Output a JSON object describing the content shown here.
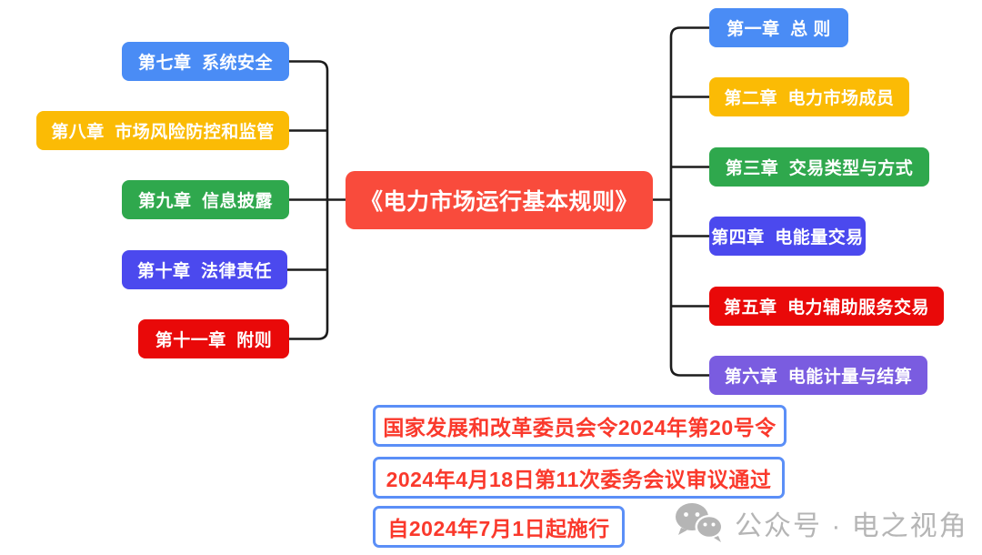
{
  "title": "《电力市场运行基本规则》mind map",
  "center": {
    "label": "《电力市场运行基本规则》",
    "color": "#f94b3c"
  },
  "left_chapters": [
    {
      "label": "第七章  系统安全",
      "color": "#4a8cf5"
    },
    {
      "label": "第八章  市场风险防控和监管",
      "color": "#fbbb05"
    },
    {
      "label": "第九章  信息披露",
      "color": "#2fa84d"
    },
    {
      "label": "第十章  法律责任",
      "color": "#4b49ee"
    },
    {
      "label": "第十一章  附则",
      "color": "#e90909"
    }
  ],
  "right_chapters": [
    {
      "label": "第一章  总 则",
      "color": "#4a8cf5"
    },
    {
      "label": "第二章  电力市场成员",
      "color": "#fbbb05"
    },
    {
      "label": "第三章  交易类型与方式",
      "color": "#2fa84d"
    },
    {
      "label": "第四章  电能量交易",
      "color": "#4b49ee"
    },
    {
      "label": "第五章  电力辅助服务交易",
      "color": "#e90909"
    },
    {
      "label": "第六章  电能计量与结算",
      "color": "#7a5ce0"
    }
  ],
  "footnotes": [
    {
      "label": "国家发展和改革委员会令2024年第20号令"
    },
    {
      "label": "2024年4月18日第11次委务会议审议通过"
    },
    {
      "label": "自2024年7月1日起施行"
    }
  ],
  "footnote_style": {
    "border_color": "#5b8ff7",
    "text_color": "#fa392c"
  },
  "watermark": {
    "label": "公众号 · 电之视角",
    "icon": "wechat-icon",
    "color": "#b5b5b5"
  },
  "colors": {
    "background": "#ffffff",
    "line": "#1c1c1c",
    "node_text": "#ffffff"
  }
}
